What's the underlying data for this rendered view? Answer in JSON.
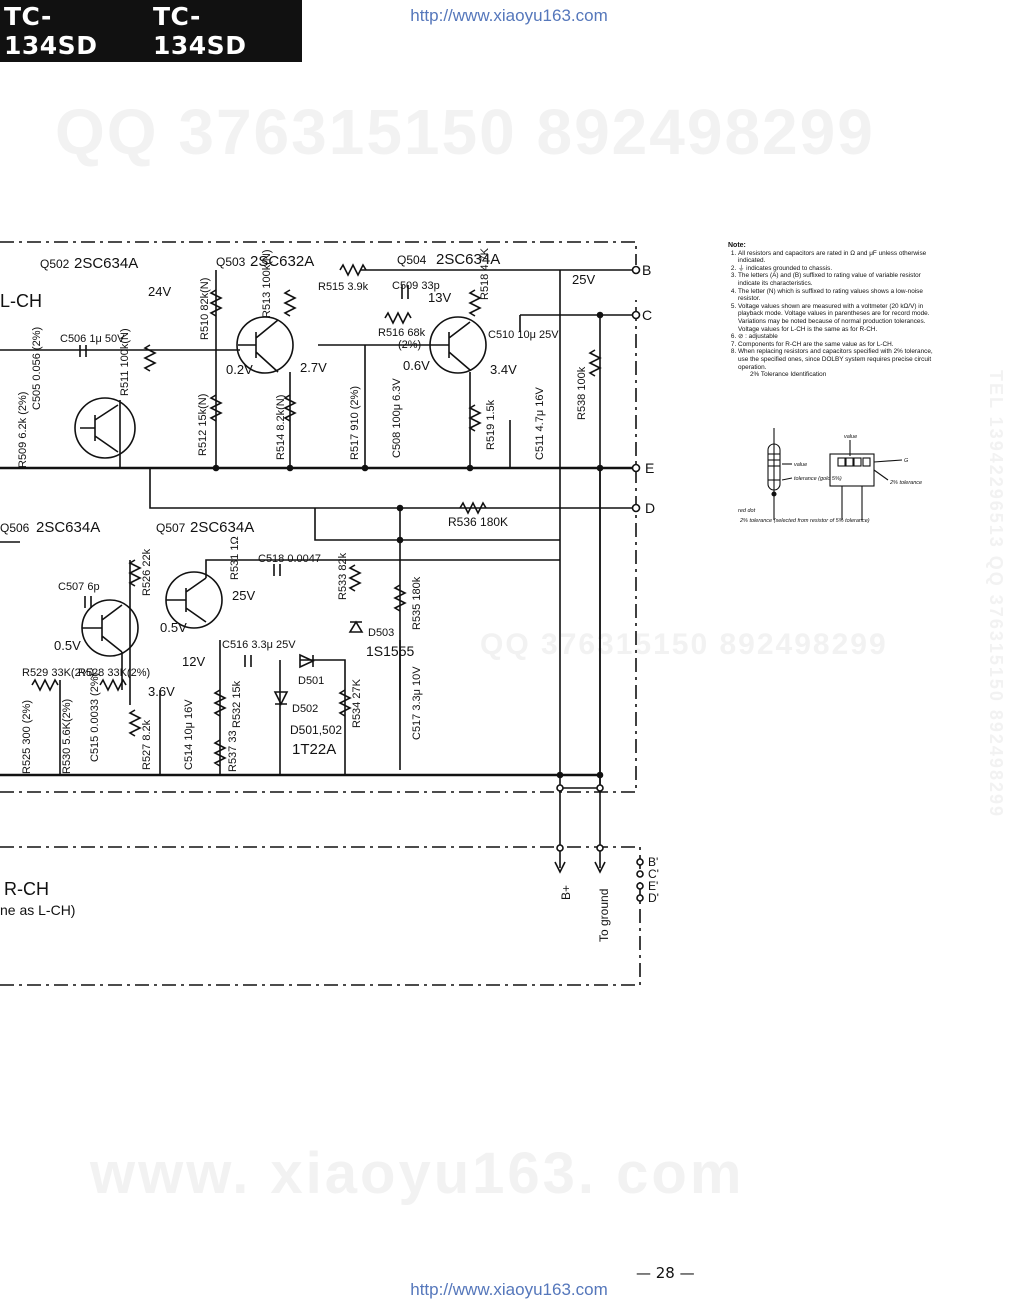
{
  "header": {
    "model_left": "TC-134SD",
    "model_right": "TC-134SD"
  },
  "source_url": "http://www.xiaoyu163.com",
  "watermarks": {
    "qq": "QQ 376315150  892498299",
    "site": "www. xiaoyu163. com",
    "qq_mid": "QQ 376315150 892498299",
    "tel": "TEL 13942296513 QQ 376315150 892498299"
  },
  "page_number": "— 28 —",
  "schematic": {
    "channel_l": "L-CH",
    "channel_r": "R-CH",
    "channel_r_note": "ne as L-CH)",
    "q502": {
      "ref": "Q502",
      "type": "2SC634A"
    },
    "q503": {
      "ref": "Q503",
      "type": "2SC632A"
    },
    "q504": {
      "ref": "Q504",
      "type": "2SC634A"
    },
    "q506": {
      "ref": "Q506",
      "type": "2SC634A"
    },
    "q507": {
      "ref": "Q507",
      "type": "2SC634A"
    },
    "labels": {
      "v24": "24V",
      "v25a": "25V",
      "v25b": "25V",
      "v02": "0.2V",
      "v27": "2.7V",
      "v13": "13V",
      "v06": "0.6V",
      "v34": "3.4V",
      "v05": "0.5V",
      "v05b": "0.5V",
      "v36": "3.6V",
      "v12": "12V",
      "r515": "R515 3.9k",
      "c509": "C509 33p",
      "r518": "R518 4.7K",
      "r513": "R513 100k(N)",
      "r510": "R510 82k(N)",
      "c506": "C506 1μ 50V",
      "r511": "R511 100k(N)",
      "r516": "R516 68k",
      "r516t": "(2%)",
      "c510": "C510 10μ 25V",
      "c505": "C505 0.056 (2%)",
      "r509": "R509 6.2k (2%)",
      "r512": "R512 15k(N)",
      "r514": "R514 8.2k(N)",
      "r517": "R517 910 (2%)",
      "c508": "C508 100μ 6.3V",
      "r519": "R519 1.5k",
      "c511": "C511 4.7μ 16V",
      "r538": "R538 100k",
      "r536": "R536 180K",
      "c507": "C507 6p",
      "r526": "R526 22k",
      "r531": "R531 1Ω",
      "c518": "C518 0.0047",
      "r533": "R533 82k",
      "r535": "R535 180k",
      "r529": "R529 33K(2%)",
      "r528": "R528 33K(2%)",
      "d503": "D503",
      "d503type": "1S1555",
      "c516": "C516 3.3μ 25V",
      "d501": "D501",
      "d502": "D502",
      "r532": "R532 15k",
      "r534": "R534 27K",
      "c517": "C517 3.3μ 10V",
      "d501_502": "D501,502",
      "d_type": "1T22A",
      "r525": "R525 300 (2%)",
      "r530": "R530 5.6K(2%)",
      "c515": "C515 0.0033 (2%)",
      "r527": "R527 8.2k",
      "c514": "C514 10μ 16V",
      "r537": "R537 33"
    },
    "terminals": [
      "B",
      "C",
      "E",
      "D"
    ],
    "terminals_r": [
      "B'",
      "C'",
      "E'",
      "D'"
    ],
    "bplus": "B+",
    "to_ground": "To ground"
  },
  "notes": {
    "title": "Note:",
    "items": [
      "All resistors and capacitors are rated in Ω and μF unless otherwise indicated.",
      "⏚ indicates grounded to chassis.",
      "The letters (A) and (B) suffixed to rating value of variable resistor indicate its characteristics.",
      "The letter (N) which is suffixed to rating values shows a low-noise resistor.",
      "Voltage values shown are measured with a voltmeter (20 kΩ/V) in playback mode. Voltage values in parentheses are for record mode. Variations may be noted because of normal production tolerances. Voltage values for L-CH is the same as for R-CH.",
      "⊘ : adjustable",
      "Components for R-CH are the same value as for L-CH.",
      "When replacing resistors and capacitors specified with 2% tolerance, use the specified ones, since DOLBY system requires precise circuit operation."
    ],
    "tolerance_title": "2% Tolerance Identification",
    "fig": {
      "value": "value",
      "tolerance": "tolerance (gold 5%)",
      "red_dot": "red dot",
      "two_pct": "2% tolerance (selected from resistor of 5% tolerance)",
      "value_top": "value",
      "g": "G",
      "two_pct_r": "2% tolerance"
    }
  }
}
